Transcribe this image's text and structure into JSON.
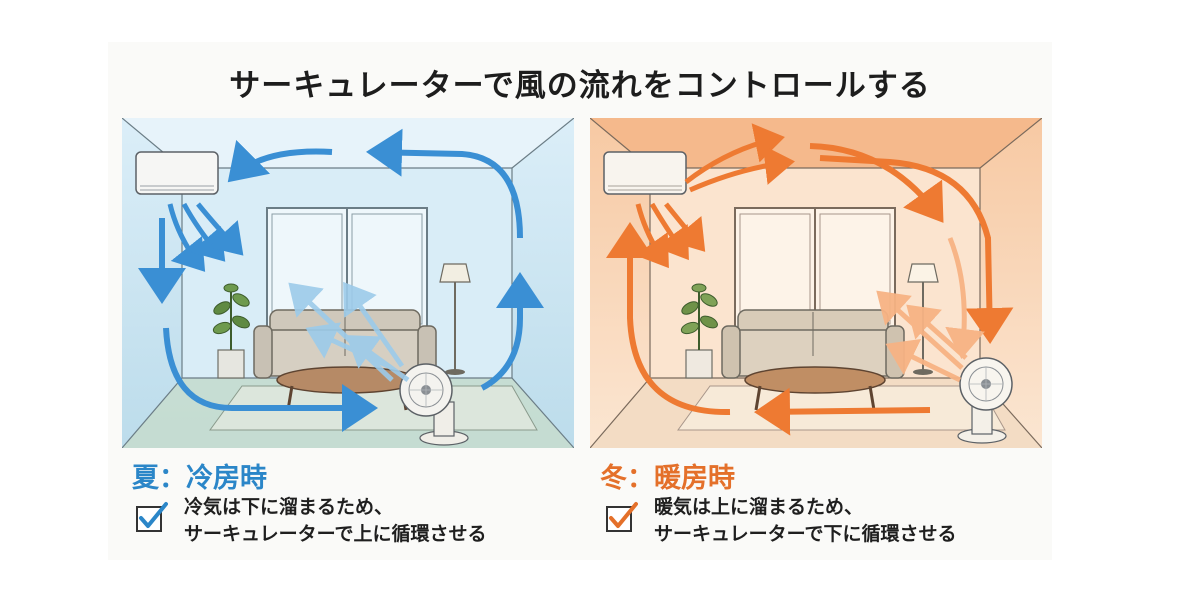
{
  "title": "サーキュレーターで風の流れをコントロールする",
  "summer": {
    "label": "夏：冷房時",
    "line1": "冷気は下に溜まるため、",
    "line2": "サーキュレーターで上に循環させる",
    "accent": "#2b86c8",
    "arrow_color": "#3a8fd4",
    "bg": "#cfe7f3"
  },
  "winter": {
    "label": "冬：暖房時",
    "line1": "暖気は上に溜まるため、",
    "line2": "サーキュレーターで下に循環させる",
    "accent": "#e4702a",
    "arrow_color": "#ee7a32",
    "bg": "#fbe0c8"
  },
  "icons": [
    "air-conditioner-icon",
    "circulator-fan-icon",
    "sofa-icon",
    "floor-lamp-icon",
    "plant-icon",
    "window-icon",
    "table-icon",
    "checkbox-check-icon"
  ]
}
